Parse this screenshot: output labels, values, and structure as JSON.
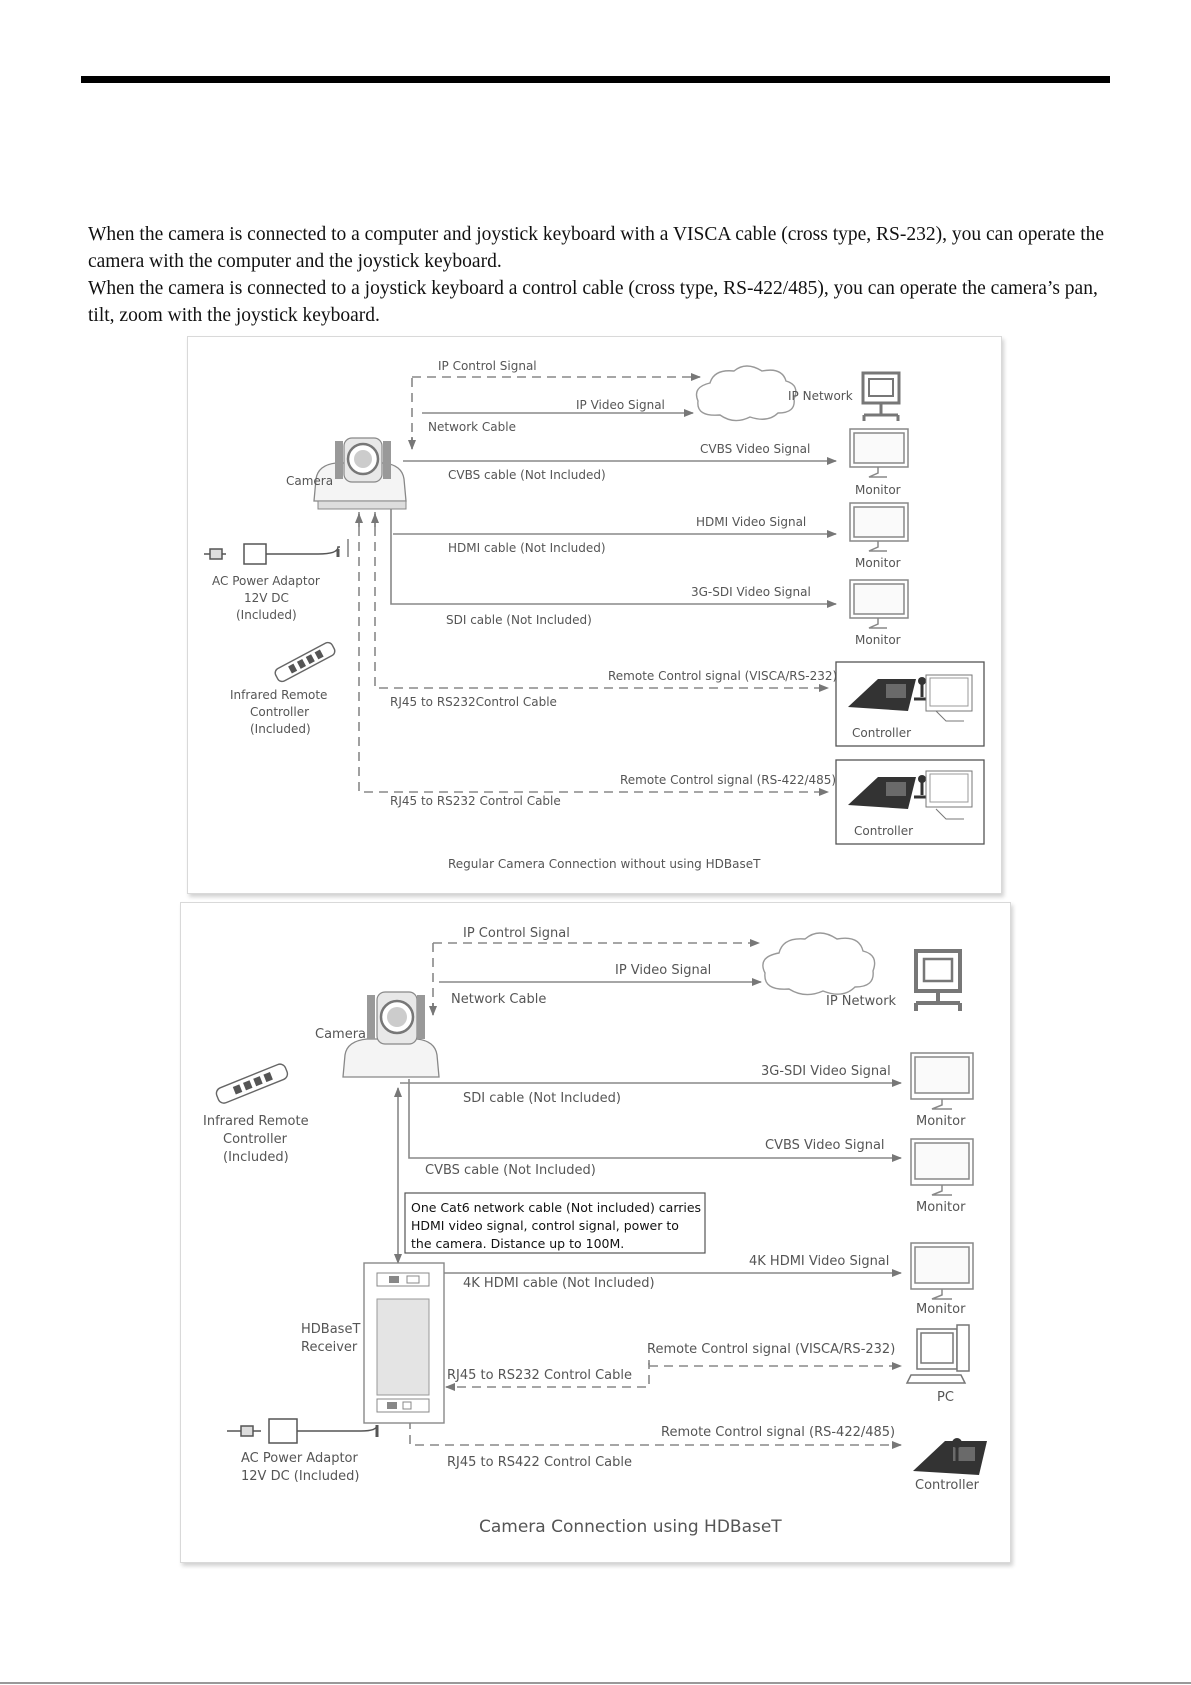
{
  "intro": {
    "line1": "When the camera is connected to a computer and joystick keyboard with a VISCA cable (cross type, RS-232), you can operate the",
    "line2": "camera with the computer and the joystick keyboard.",
    "line3": "When the camera is connected to a joystick keyboard a control cable (cross type, RS-422/485), you can operate the camera’s pan,",
    "line4": "tilt, zoom with the joystick keyboard."
  },
  "diagram1": {
    "ip_control_signal": "IP Control Signal",
    "ip_video_signal": "IP Video Signal",
    "ip_network": "IP Network",
    "network_cable": "Network Cable",
    "camera": "Camera",
    "cvbs_video_signal": "CVBS Video Signal",
    "cvbs_cable": "CVBS cable (Not Included)",
    "hdmi_video_signal": "HDMI Video Signal",
    "hdmi_cable": "HDMI cable (Not Included)",
    "sdi_video_signal": "3G-SDI Video Signal",
    "sdi_cable": "SDI cable (Not Included)",
    "monitor": "Monitor",
    "ac_adaptor_l1": "AC Power Adaptor",
    "ac_adaptor_l2": "12V DC",
    "ac_adaptor_l3": "(Included)",
    "ir_l1": "Infrared Remote",
    "ir_l2": "Controller",
    "ir_l3": "(Included)",
    "rc_visca": "Remote Control signal (VISCA/RS-232)",
    "rj45_232": "RJ45 to RS232Control Cable",
    "controller": "Controller",
    "rc_422": "Remote Control signal (RS-422/485)",
    "rj45_232b": "RJ45 to RS232 Control Cable",
    "caption": "Regular Camera Connection without using HDBaseT"
  },
  "diagram2": {
    "ip_control_signal": "IP Control Signal",
    "ip_video_signal": "IP Video Signal",
    "network_cable": "Network Cable",
    "ip_network": "IP Network",
    "camera": "Camera",
    "ir_l1": "Infrared Remote",
    "ir_l2": "Controller",
    "ir_l3": "(Included)",
    "sdi_video_signal": "3G-SDI Video Signal",
    "sdi_cable": "SDI cable (Not Included)",
    "monitor": "Monitor",
    "cvbs_video_signal": "CVBS Video Signal",
    "cvbs_cable": "CVBS cable (Not Included)",
    "note_l1": "One Cat6 network cable (Not included) carries",
    "note_l2": "HDMI video signal, control signal, power to",
    "note_l3": "the camera. Distance up to 100M.",
    "hdmi4k_signal": "4K HDMI Video Signal",
    "hdmi4k_cable": "4K HDMI cable (Not Included)",
    "hdbaset_l1": "HDBaseT",
    "hdbaset_l2": "Receiver",
    "rc_visca": "Remote Control signal (VISCA/RS-232)",
    "rj45_232": "RJ45 to RS232 Control Cable",
    "pc": "PC",
    "rc_422": "Remote Control signal (RS-422/485)",
    "rj45_422": "RJ45 to RS422 Control Cable",
    "ac_adaptor_l1": "AC Power Adaptor",
    "ac_adaptor_l2": "12V DC  (Included)",
    "controller": "Controller",
    "caption": "Camera Connection using HDBaseT"
  }
}
